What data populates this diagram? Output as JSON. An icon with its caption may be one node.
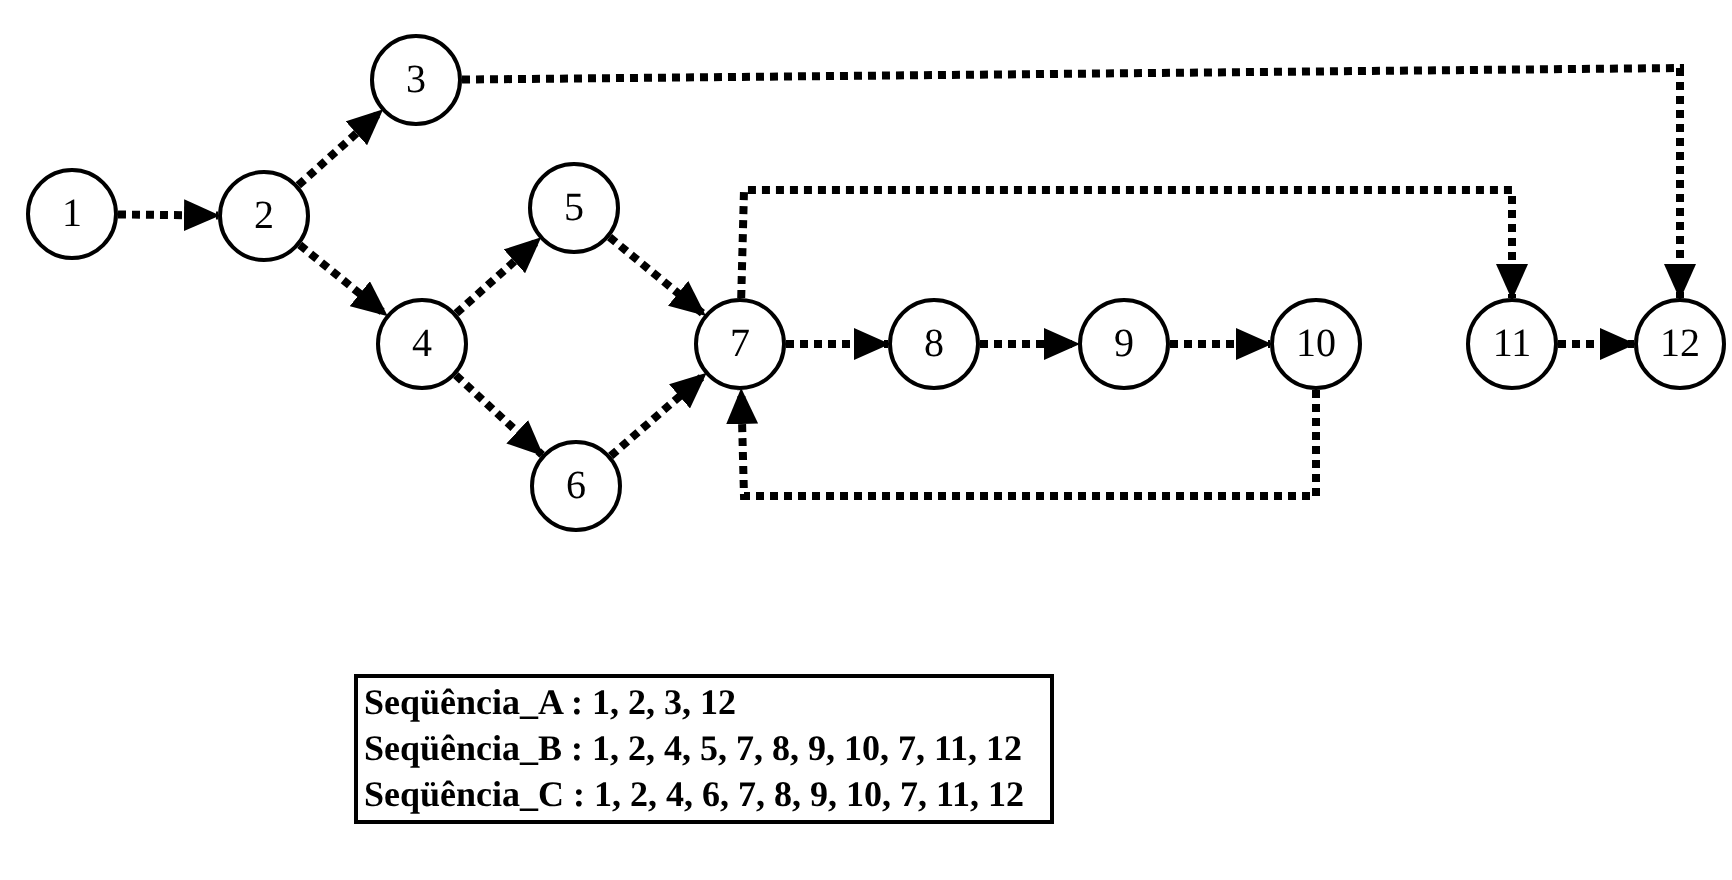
{
  "diagram": {
    "nodes": [
      {
        "text": [
          "1"
        ]
      },
      {
        "text": [
          "2"
        ]
      },
      {
        "text": [
          "3"
        ]
      },
      {
        "text": [
          "4"
        ]
      },
      {
        "text": [
          "5"
        ]
      },
      {
        "text": [
          "6"
        ]
      },
      {
        "text": [
          "7"
        ]
      },
      {
        "text": [
          "8"
        ]
      },
      {
        "text": [
          "9"
        ]
      },
      {
        "text": [
          "10"
        ]
      },
      {
        "text": [
          "11"
        ]
      },
      {
        "text": [
          "12"
        ]
      }
    ],
    "edges": [
      {
        "from": 0,
        "to": 1,
        "arrow": "to"
      },
      {
        "from": 1,
        "to": 2,
        "arrow": "to"
      },
      {
        "from": 1,
        "to": 3,
        "arrow": "to"
      },
      {
        "from": 3,
        "to": 4,
        "arrow": "to"
      },
      {
        "from": 3,
        "to": 5,
        "arrow": "to"
      },
      {
        "from": 4,
        "to": 6,
        "arrow": "to"
      },
      {
        "from": 5,
        "to": 6,
        "arrow": "to"
      },
      {
        "from": 6,
        "to": 7,
        "arrow": "to"
      },
      {
        "from": 7,
        "to": 8,
        "arrow": "to"
      },
      {
        "from": 8,
        "to": 9,
        "arrow": "to"
      },
      {
        "from": 9,
        "to": 6,
        "arrow": "to"
      },
      {
        "from": 6,
        "to": 10,
        "arrow": "to"
      },
      {
        "from": 2,
        "to": 11,
        "arrow": "to"
      },
      {
        "from": 10,
        "to": 11,
        "arrow": "to"
      }
    ],
    "labels": [
      "Seqüência_A : 1, 2, 3, 12",
      "Seqüência_B : 1, 2, 4, 5, 7, 8, 9, 10, 7, 11, 12",
      "Seqüência_C : 1, 2, 4, 6, 7, 8, 9, 10, 7, 11, 12"
    ]
  }
}
